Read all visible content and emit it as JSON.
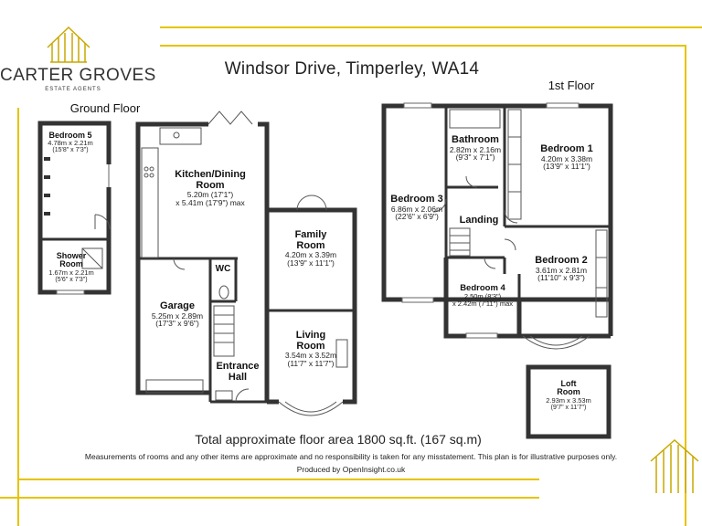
{
  "brand": {
    "name": "CARTER GROVES",
    "subtitle": "ESTATE AGENTS",
    "accent_color": "#e6c300"
  },
  "title": "Windsor Drive, Timperley, WA14",
  "floors": {
    "ground_label": "Ground Floor",
    "first_label": "1st Floor"
  },
  "rooms": {
    "bedroom5": {
      "name": "Bedroom 5",
      "dim1": "4.78m x 2.21m",
      "dim2": "(15'8\" x 7'3\")"
    },
    "shower": {
      "name1": "Shower",
      "name2": "Room",
      "dim1": "1.67m x 2.21m",
      "dim2": "(5'6\" x 7'3\")"
    },
    "kitchen": {
      "name1": "Kitchen/Dining",
      "name2": "Room",
      "dim1": "5.20m (17'1\")",
      "dim2": "x 5.41m (17'9\") max"
    },
    "family": {
      "name1": "Family",
      "name2": "Room",
      "dim1": "4.20m x 3.39m",
      "dim2": "(13'9\" x 11'1\")"
    },
    "wc": {
      "name": "WC"
    },
    "garage": {
      "name": "Garage",
      "dim1": "5.25m x 2.89m",
      "dim2": "(17'3\" x 9'6\")"
    },
    "living": {
      "name1": "Living",
      "name2": "Room",
      "dim1": "3.54m x 3.52m",
      "dim2": "(11'7\" x 11'7\")"
    },
    "hall": {
      "name1": "Entrance",
      "name2": "Hall"
    },
    "bathroom": {
      "name": "Bathroom",
      "dim1": "2.82m x 2.16m",
      "dim2": "(9'3\" x 7'1\")"
    },
    "bedroom1": {
      "name": "Bedroom 1",
      "dim1": "4.20m x 3.38m",
      "dim2": "(13'9\" x 11'1\")"
    },
    "bedroom3": {
      "name": "Bedroom 3",
      "dim1": "6.86m x 2.06m",
      "dim2": "(22'6\" x 6'9\")"
    },
    "landing": {
      "name": "Landing"
    },
    "bedroom2": {
      "name": "Bedroom 2",
      "dim1": "3.61m x 2.81m",
      "dim2": "(11'10\" x 9'3\")"
    },
    "bedroom4": {
      "name": "Bedroom 4",
      "dim1": "2.50m (8'3\")",
      "dim2": "x 2.42m (7'11\") max"
    },
    "loft": {
      "name1": "Loft",
      "name2": "Room",
      "dim1": "2.93m x 3.53m",
      "dim2": "(9'7\" x 11'7\")"
    }
  },
  "footer": {
    "total_area": "Total approximate floor area 1800 sq.ft. (167 sq.m)",
    "disclaimer": "Measurements of rooms and any other items are approximate and no responsibility is taken for any misstatement. This plan is for illustrative purposes only.",
    "credit": "Produced by OpenInsight.co.uk"
  }
}
